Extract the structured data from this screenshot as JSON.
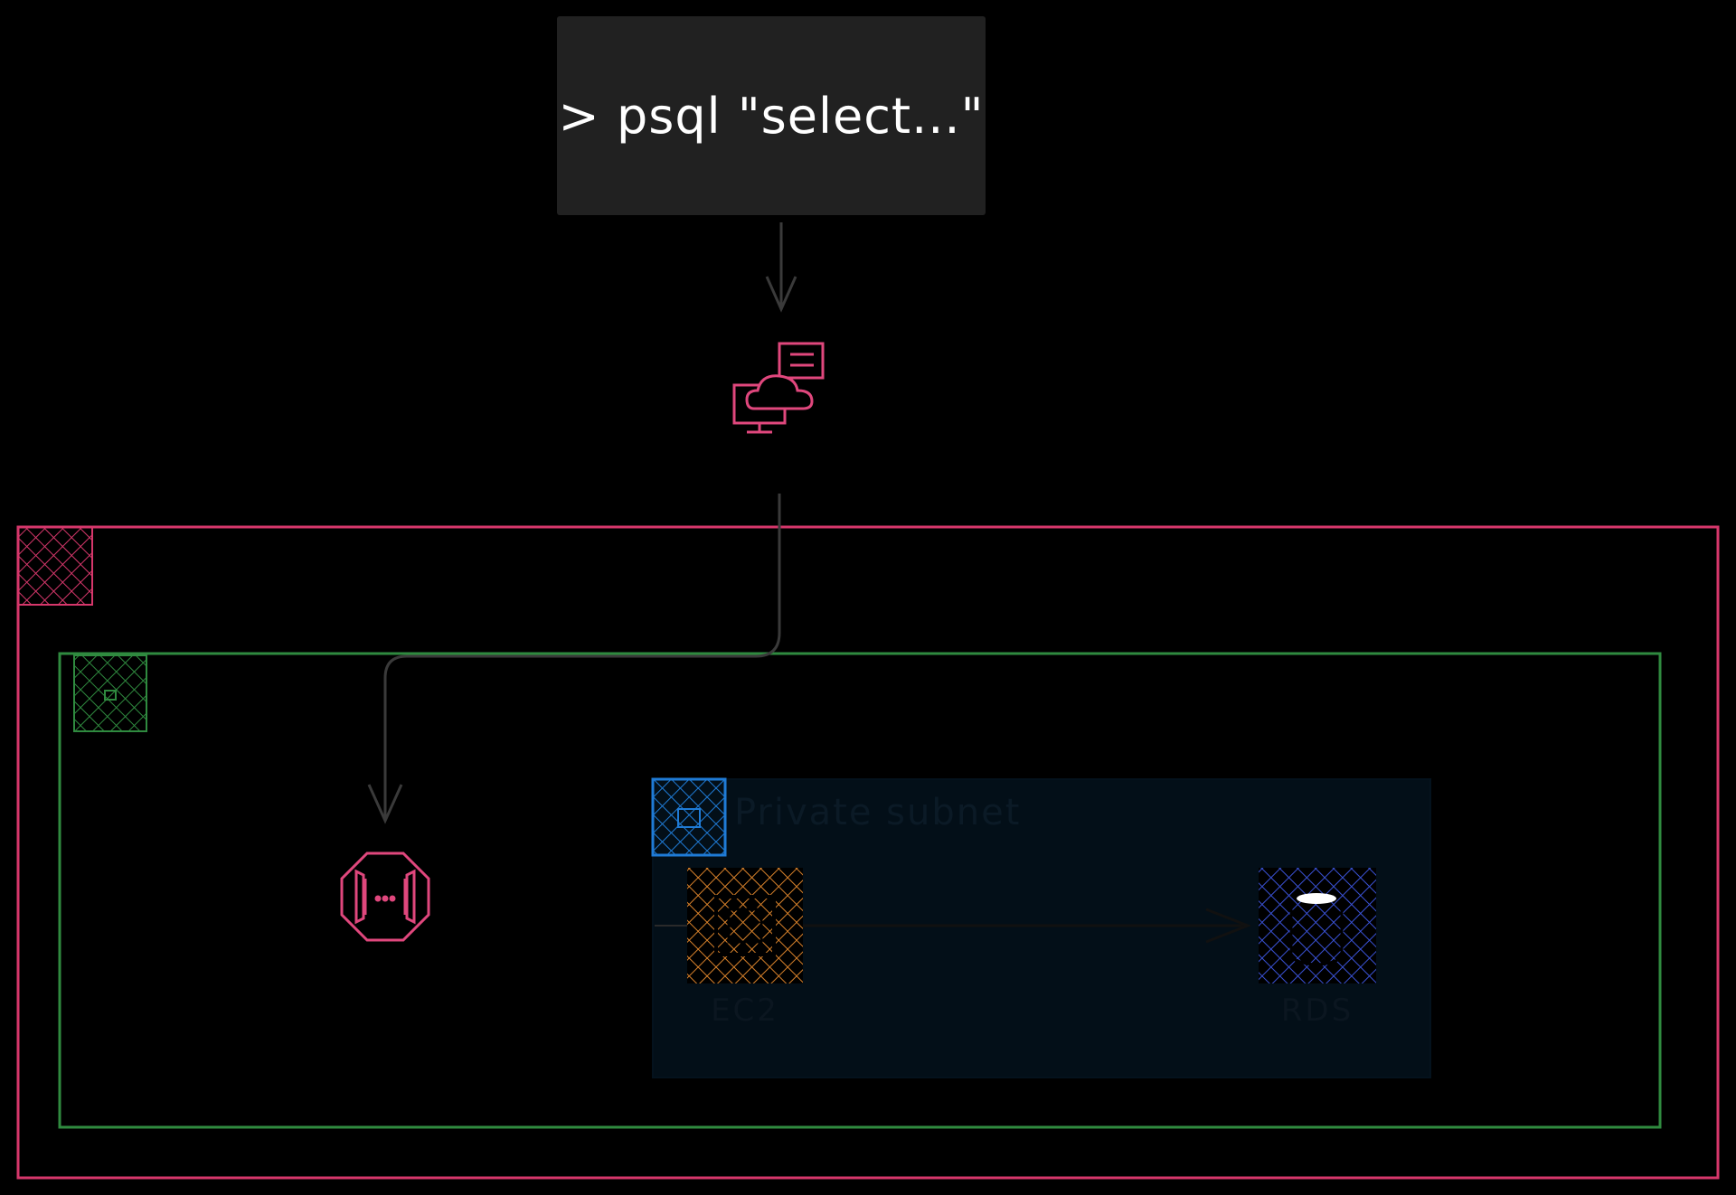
{
  "terminal": {
    "command": "> psql \"select...\""
  },
  "private_subnet": {
    "label": "Private subnet"
  },
  "nodes": {
    "ec2": {
      "label": "EC2"
    },
    "rds": {
      "label": "RDS"
    }
  },
  "colors": {
    "region_border": "#d6376b",
    "vpc_border": "#2f8a3f",
    "subnet_fill": "#030f18",
    "subnet_icon": "#1f7bd6",
    "ec2": "#d9822b",
    "rds": "#3a52d6",
    "client_icon": "#e0477d",
    "endpoint_icon": "#e0477d",
    "arrow": "#3a3a3a"
  },
  "icons": {
    "client": "cloud-client-icon",
    "endpoint": "instance-connect-endpoint-icon",
    "ec2": "ec2-instance-icon",
    "rds": "rds-database-icon",
    "region": "aws-cloud-icon",
    "vpc": "vpc-icon",
    "subnet": "private-subnet-lock-icon"
  }
}
